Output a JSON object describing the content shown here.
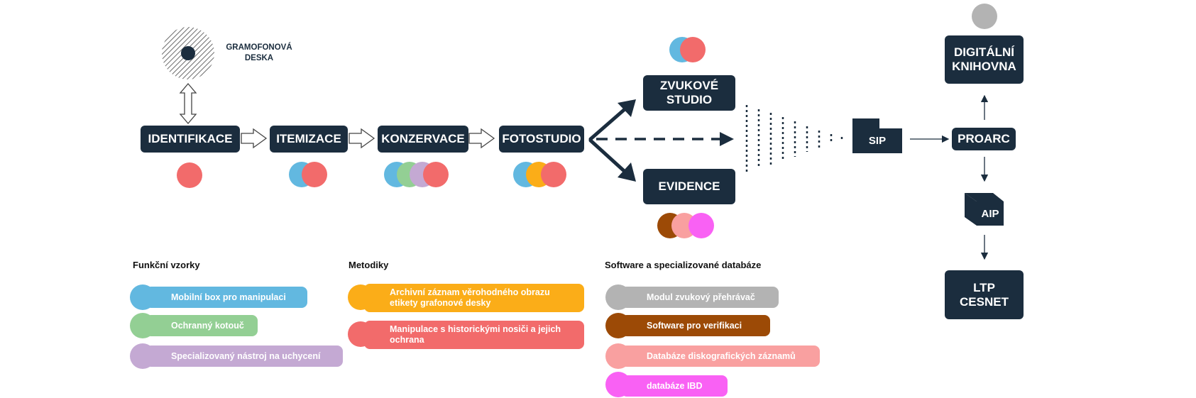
{
  "record": {
    "label": "GRAMOFONOVÁ\nDESKA"
  },
  "pipeline": {
    "identifikace": "IDENTIFIKACE",
    "itemizace": "ITEMIZACE",
    "konzervace": "KONZERVACE",
    "fotostudio": "FOTOSTUDIO",
    "zvukove_studio": "ZVUKOVÉ\nSTUDIO",
    "evidence": "EVIDENCE",
    "sip": "SIP",
    "proarc": "PROARC",
    "digitalni_knihovna": "DIGITÁLNÍ\nKNIHOVNA",
    "aip": "AIP",
    "ltp": "LTP\nCESNET"
  },
  "colors": {
    "dark": "#1b2d3e",
    "red": "#f26b6b",
    "blue": "#62b8e0",
    "green": "#93cf94",
    "lilac": "#c4a9d3",
    "orange": "#fbad18",
    "grey": "#b3b3b3",
    "brown": "#9c4a06",
    "pink": "#f9a0a0",
    "magenta": "#f961f4"
  },
  "legend": {
    "funkcni": {
      "title": "Funkční vzorky",
      "items": [
        {
          "label": "Mobilní box pro manipulaci",
          "color": "#62b8e0"
        },
        {
          "label": "Ochranný kotouč",
          "color": "#93cf94"
        },
        {
          "label": "Specializovaný nástroj na uchycení",
          "color": "#c4a9d3"
        }
      ]
    },
    "metodiky": {
      "title": "Metodiky",
      "items": [
        {
          "label": "Archivní záznam věrohodného obrazu etikety grafonové desky",
          "color": "#fbad18"
        },
        {
          "label": "Manipulace s historickými nosiči a jejich ochrana",
          "color": "#f26b6b"
        }
      ]
    },
    "software": {
      "title": "Software a specializované databáze",
      "items": [
        {
          "label": "Modul zvukový přehrávač",
          "color": "#b3b3b3"
        },
        {
          "label": "Software pro verifikaci",
          "color": "#9c4a06"
        },
        {
          "label": "Databáze diskografických záznamů",
          "color": "#f9a0a0"
        },
        {
          "label": "databáze IBD",
          "color": "#f961f4"
        }
      ]
    }
  }
}
